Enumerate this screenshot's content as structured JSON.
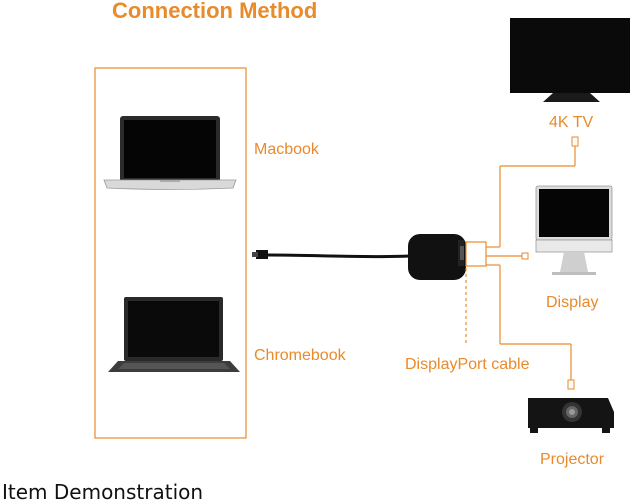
{
  "title": "Connection Method",
  "caption": "Item Demonstration",
  "sources": {
    "macbook": "Macbook",
    "chromebook": "Chromebook"
  },
  "outputs": {
    "tv": "4K TV",
    "display": "Display",
    "projector": "Projector"
  },
  "cable_note": "DisplayPort cable",
  "colors": {
    "accent": "#E98A2B",
    "device": "#1a1a1a"
  }
}
